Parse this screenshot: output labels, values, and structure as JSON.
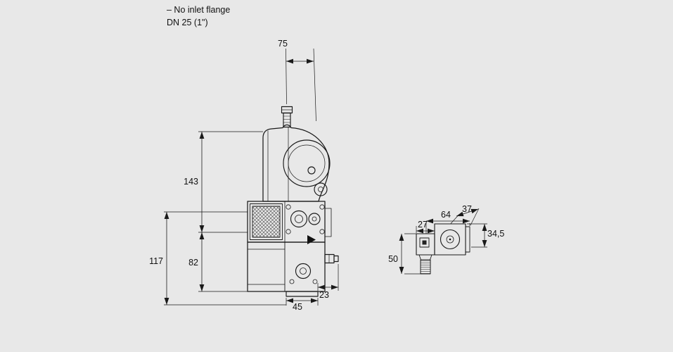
{
  "page": {
    "background": "#e8e8e8",
    "line_color": "#1a1a1a"
  },
  "note": {
    "line1": "– No inlet flange",
    "line2": "DN 25 (1\")"
  },
  "main_view": {
    "dims": {
      "width_top": "75",
      "height_actuator": "143",
      "height_total": "117",
      "height_body": "82",
      "width_bottom": "45",
      "offset_bottom": "23"
    }
  },
  "side_view": {
    "dims": {
      "width_connector": "27",
      "width_total": "64",
      "depth": "37",
      "height_right": "34,5",
      "height_left": "50"
    }
  }
}
